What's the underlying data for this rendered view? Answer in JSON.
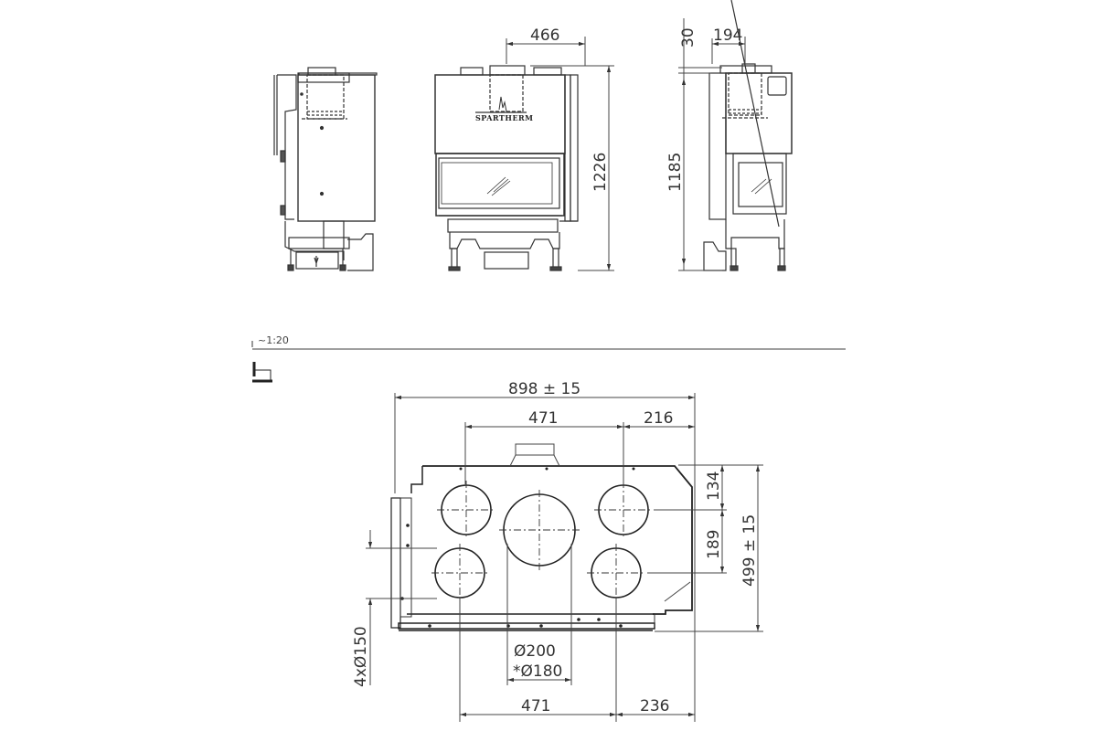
{
  "drawing": {
    "type": "technical-drawing",
    "subject": "corner fireplace insert",
    "brand_label": "SPARTHERM",
    "scale_label": "~1:20",
    "views": {
      "side_left": {
        "name": "left side view"
      },
      "front": {
        "name": "front view",
        "dims": {
          "top_offset": "466",
          "height": "1226"
        }
      },
      "side_right": {
        "name": "right side view",
        "dims": {
          "top_step": "30",
          "top_offset": "194",
          "height": "1185"
        }
      },
      "top": {
        "name": "top view / flue outlets",
        "dims": {
          "overall_width": "898 ± 15",
          "top_spacing": "471",
          "top_right": "216",
          "right_upper": "134",
          "right_mid": "189",
          "overall_depth": "499 ± 15",
          "bottom_spacing": "471",
          "bottom_right": "236",
          "center_dia": "Ø200",
          "center_dia_alt": "*Ø180",
          "small_dia": "4xØ150"
        }
      }
    },
    "colors": {
      "line": "#222222",
      "dim_line": "#444444",
      "background": "#ffffff"
    }
  }
}
